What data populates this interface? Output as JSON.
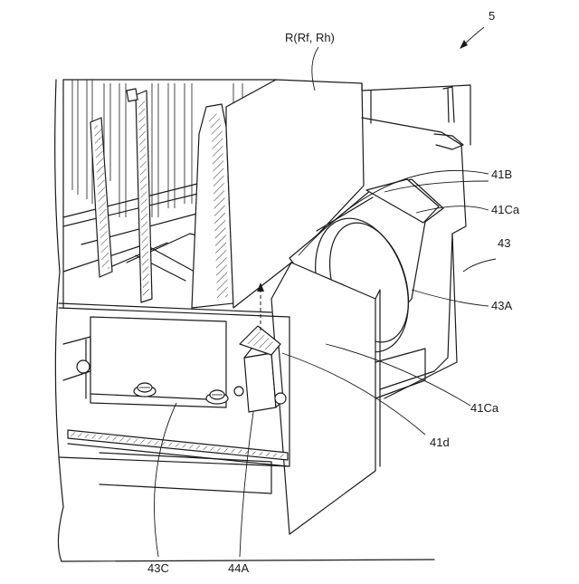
{
  "figure": {
    "labels": {
      "fig_number": "5",
      "r": "R(Rf, Rh)",
      "b41": "41B",
      "ca41_top": "41Ca",
      "n43": "43",
      "a43": "43A",
      "ca41_bottom": "41Ca",
      "d41": "41d",
      "c43": "43C",
      "a44": "44A"
    }
  }
}
